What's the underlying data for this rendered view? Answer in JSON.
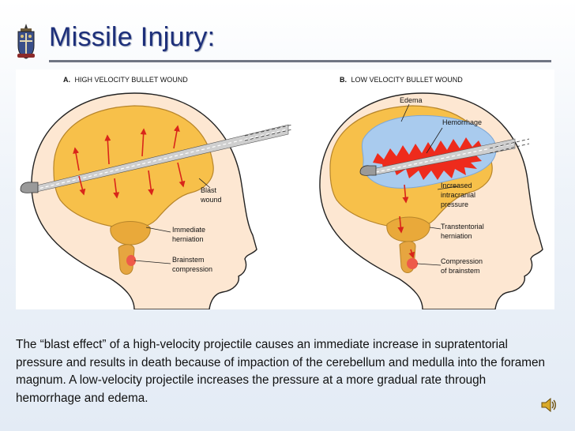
{
  "slide": {
    "title": "Missile Injury:",
    "caption": "The “blast effect” of a high-velocity projectile causes an immediate increase in supratentorial pressure and results in death because of impaction of the cerebellum and medulla into the foramen magnum.  A low-velocity projectile increases the pressure at a more gradual rate through hemorrhage and edema."
  },
  "panel_a": {
    "letter": "A.",
    "title": "HIGH VELOCITY BULLET WOUND",
    "labels": {
      "blast_1": "Blast",
      "blast_2": "wound",
      "herniation_1": "Immediate",
      "herniation_2": "herniation",
      "brainstem_1": "Brainstem",
      "brainstem_2": "compression"
    }
  },
  "panel_b": {
    "letter": "B.",
    "title": "LOW VELOCITY BULLET WOUND",
    "labels": {
      "edema": "Edema",
      "hemorrhage": "Hemorrhage",
      "pressure_1": "Increased",
      "pressure_2": "intracranial",
      "pressure_3": "pressure",
      "herniation_1": "Transtentorial",
      "herniation_2": "herniation",
      "compression_1": "Compression",
      "compression_2": "of brainstem"
    }
  },
  "colors": {
    "title": "#1d2f7a",
    "brain": "#f7c04a",
    "skin": "#fde7d2",
    "edema": "#a9cbee",
    "hemorrhage": "#ee2b1c",
    "arrow": "#d9251a",
    "bullet_track": "#c9c9c9"
  },
  "icons": [
    "crest-icon",
    "speaker-icon"
  ]
}
